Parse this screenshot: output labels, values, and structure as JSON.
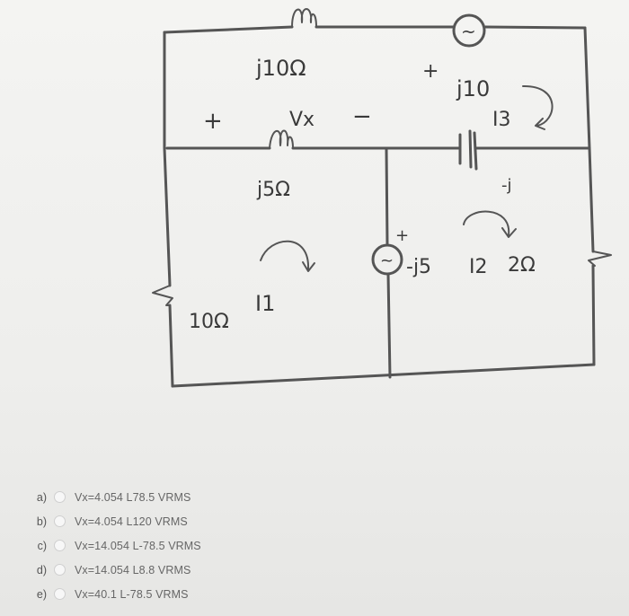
{
  "diagram": {
    "labels": {
      "inductor_top": "j10Ω",
      "vx_plus": "+",
      "vx_minus": "−",
      "vx": "Vx",
      "inductor_mid": "j5Ω",
      "top_right_plus": "+",
      "top_right_imp": "j10",
      "i3": "I3",
      "cap": "-j",
      "src_plus": "+",
      "mid_imp": "-j5",
      "i2": "I2",
      "r_right": "2Ω",
      "r_left": "10Ω",
      "i1": "I1",
      "src_symbol": "~"
    }
  },
  "options": [
    {
      "letter": "a)",
      "text": "Vx=4.054 L78.5 VRMS"
    },
    {
      "letter": "b)",
      "text": "Vx=4.054 L120 VRMS"
    },
    {
      "letter": "c)",
      "text": "Vx=14.054 L-78.5 VRMS"
    },
    {
      "letter": "d)",
      "text": "Vx=14.054 L8.8 VRMS"
    },
    {
      "letter": "e)",
      "text": "Vx=40.1 L-78.5 VRMS"
    }
  ]
}
